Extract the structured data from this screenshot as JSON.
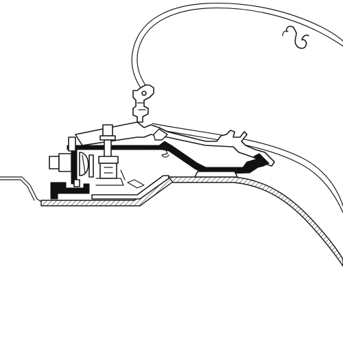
{
  "diagram": {
    "colors": {
      "line": "#1a1a1a",
      "solid": "#111111",
      "background": "#ffffff"
    },
    "components": [
      "awning-cassette-profile",
      "wall-rail-profile",
      "mounting-adapter-bracket",
      "bolt-and-nut",
      "vehicle-roof-panel",
      "vehicle-side-wall"
    ]
  }
}
